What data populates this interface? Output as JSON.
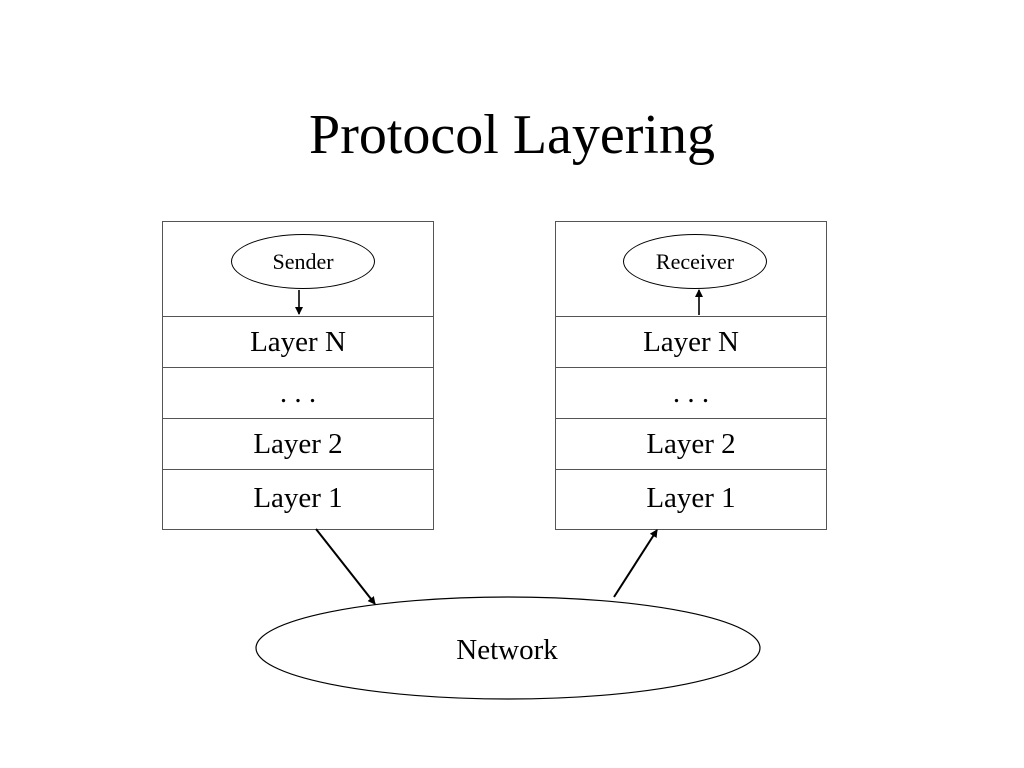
{
  "title": "Protocol Layering",
  "sender_stack": {
    "app_label": "Sender",
    "layers": [
      "Layer N",
      ". . .",
      "Layer 2",
      "Layer 1"
    ]
  },
  "receiver_stack": {
    "app_label": "Receiver",
    "layers": [
      "Layer N",
      ". . .",
      "Layer 2",
      "Layer 1"
    ]
  },
  "network": {
    "label": "Network"
  }
}
